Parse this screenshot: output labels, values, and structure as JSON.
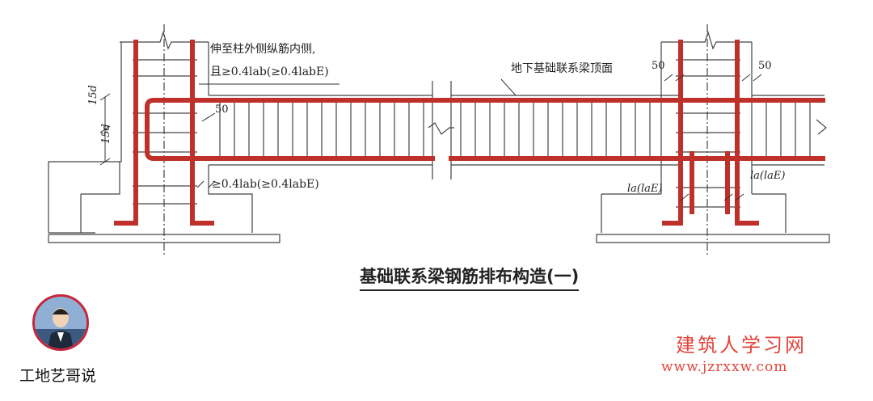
{
  "diagram": {
    "title": "基础联系梁钢筋排布构造(一)",
    "labels": {
      "extend_line1": "伸至柱外侧纵筋内侧,",
      "extend_line2": "且≥0.4lab(≥0.4labE)",
      "beam_top": "地下基础联系梁顶面",
      "dim_50_left": "50",
      "dim_50_right_a": "50",
      "dim_50_right_b": "50",
      "dim_15d_a": "15d",
      "dim_15d_b": "15d",
      "bottom_anchor": "≥0.4lab(≥0.4labE)",
      "la_left": "la(laE)",
      "la_right": "la(laE)"
    }
  },
  "watermark": {
    "name": "建筑人学习网",
    "url": "www.jzrxxw.com"
  },
  "author": {
    "name": "工地艺哥说"
  },
  "colors": {
    "rebar": "#c0302a",
    "line": "#333333",
    "watermark": "#e0453b"
  }
}
